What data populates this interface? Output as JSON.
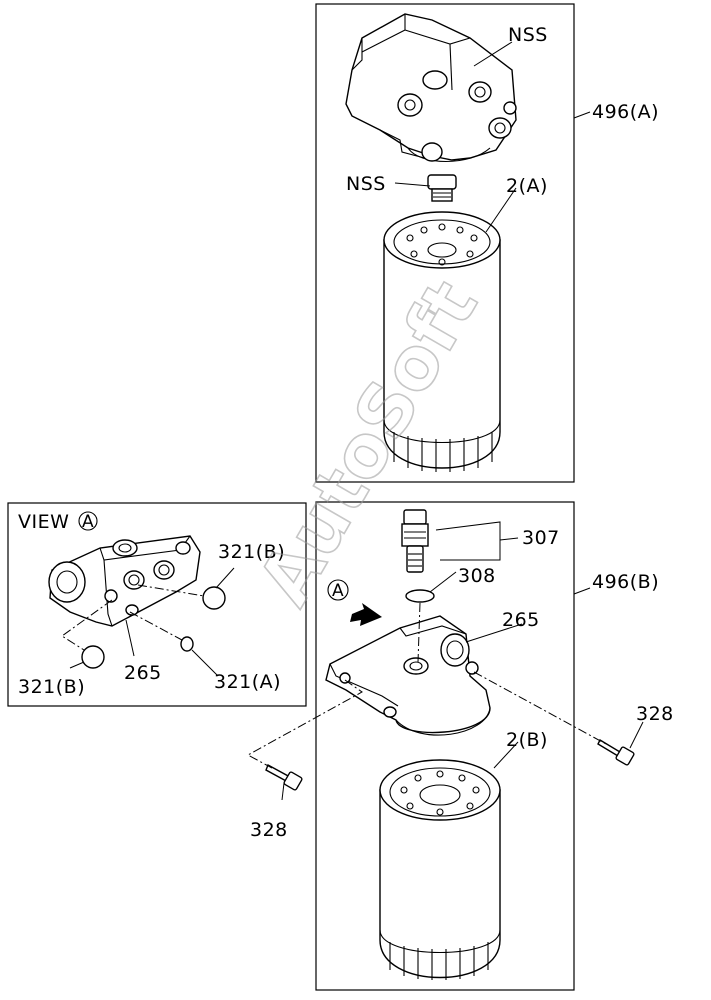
{
  "labels": {
    "nss_top": "NSS",
    "nss_nipple": "NSS",
    "assy_a": "496(A)",
    "filter_a": "2(A)",
    "view": "VIEW",
    "view_ref": "A",
    "ref_a": "A",
    "sensor": "307",
    "oring_308": "308",
    "head_265": "265",
    "view_265": "265",
    "assy_b": "496(B)",
    "oring_321b_top": "321(B)",
    "oring_321b_bottom": "321(B)",
    "oring_321a": "321(A)",
    "bolt_right": "328",
    "bolt_left": "328",
    "filter_b": "2(B)"
  },
  "watermark": "AutoSoft"
}
